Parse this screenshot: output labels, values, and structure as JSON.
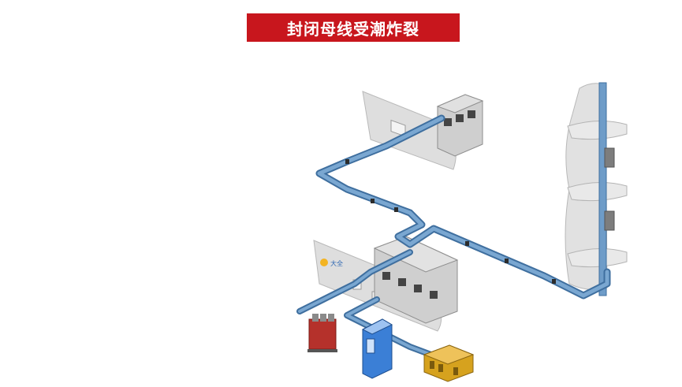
{
  "title": "封闭母线受潮炸裂",
  "logo_text": "大全",
  "colors": {
    "banner": "#c8161d",
    "busway": "#6e9cc8",
    "busway_dark": "#3f6f9f",
    "wall": "#dcdcdc",
    "cabinet": "#cfcfcf",
    "transformer": "#b5312b",
    "panel": "#3b7fd6",
    "generator": "#d6a21e"
  },
  "components": [
    "wall-panel-upper",
    "wall-panel-lower",
    "tower-column",
    "switchgear-cabinets-upper",
    "switchgear-cabinets-lower",
    "busway-run",
    "transformer",
    "control-panel",
    "diesel-generator"
  ]
}
